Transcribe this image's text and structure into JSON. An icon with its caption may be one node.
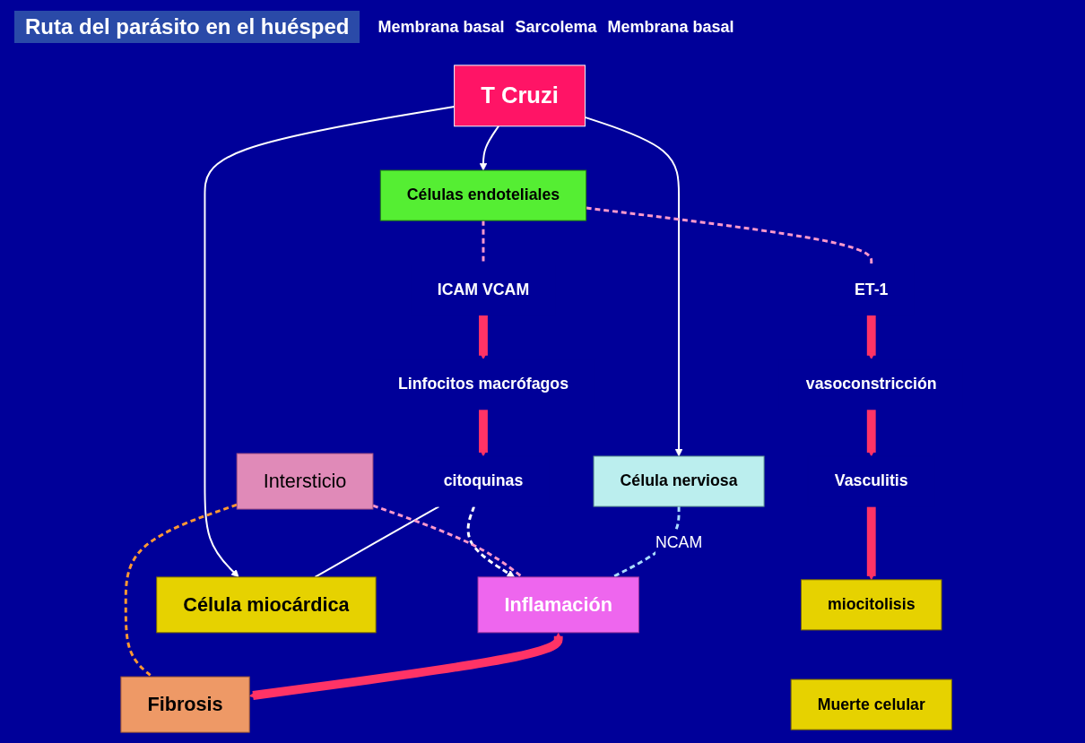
{
  "diagram": {
    "title": "Ruta del parásito en el huésped",
    "nodes": [
      {
        "text": [
          "T Cruzi"
        ]
      },
      {
        "text": [
          "Células endoteliales"
        ]
      },
      {
        "text": [
          "ICAM VCAM"
        ]
      },
      {
        "text": [
          "ET-1"
        ]
      },
      {
        "text": [
          "Linfocitos macrófagos"
        ]
      },
      {
        "text": [
          "vasoconstricción"
        ]
      },
      {
        "text": [
          "citoquinas"
        ]
      },
      {
        "text": [
          "Vasculitis"
        ]
      },
      {
        "text": [
          "Intersticio"
        ]
      },
      {
        "text": [
          "Célula nerviosa"
        ]
      },
      {
        "text": [
          "miocitolisis"
        ]
      },
      {
        "text": [
          "Muerte celular"
        ]
      },
      {
        "text": [
          "Célula miocárdica"
        ]
      },
      {
        "text": [
          "Inflamación"
        ]
      },
      {
        "text": [
          "Fibrosis"
        ]
      }
    ],
    "edges": [
      {
        "from": 0,
        "to": 1,
        "arrow": "to",
        "color": "#ffffff"
      },
      {
        "from": 0,
        "to": 9,
        "arrow": "to",
        "color": "#ffffff"
      },
      {
        "from": 0,
        "to": 12,
        "arrow": "to",
        "color": "#ffffff"
      },
      {
        "from": 1,
        "to": 2,
        "arrow": "none",
        "style": "dashed",
        "color": "#ff99cc"
      },
      {
        "from": 1,
        "to": 3,
        "arrow": "none",
        "style": "dashed",
        "color": "#ff99cc"
      },
      {
        "from": 2,
        "to": 4,
        "arrow": "to",
        "style": "thick",
        "color": "#ff3366"
      },
      {
        "from": 4,
        "to": 6,
        "arrow": "to",
        "style": "thick",
        "color": "#ff3366"
      },
      {
        "from": 3,
        "to": 5,
        "arrow": "to",
        "style": "thick",
        "color": "#ff3366"
      },
      {
        "from": 5,
        "to": 7,
        "arrow": "to",
        "style": "thick",
        "color": "#ff3366"
      },
      {
        "from": 7,
        "to": 10,
        "arrow": "to",
        "style": "thick",
        "color": "#ff3366"
      },
      {
        "from": 6,
        "to": 13,
        "arrow": "to",
        "style": "dashed",
        "color": "#ffffff"
      },
      {
        "from": 6,
        "to": 12,
        "arrow": "none",
        "color": "#ffffff"
      },
      {
        "from": 8,
        "to": 13,
        "arrow": "none",
        "style": "dashed",
        "color": "#ff99cc"
      },
      {
        "from": 8,
        "to": 14,
        "arrow": "none",
        "style": "dashed",
        "color": "#ff9933"
      },
      {
        "from": 9,
        "to": 13,
        "arrow": "none",
        "style": "dashed",
        "color": "#aaddff",
        "label": "NCAM"
      },
      {
        "from": 13,
        "to": 14,
        "arrow": "both",
        "style": "thick",
        "color": "#ff3366"
      }
    ],
    "labels": [
      "Membrana basal",
      "Sarcolema",
      "Membrana basal"
    ]
  }
}
